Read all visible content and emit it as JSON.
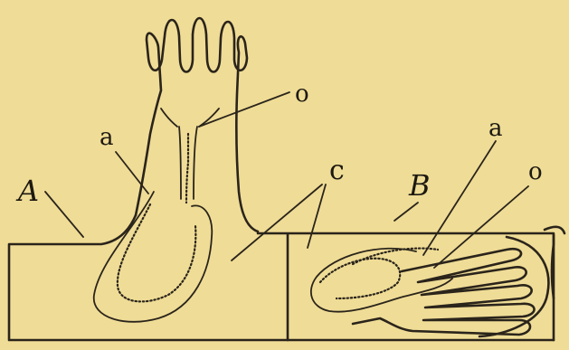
{
  "labels": {
    "A": "A",
    "B": "B",
    "a_left": "a",
    "a_right": "a",
    "o_top": "o",
    "o_right": "o",
    "c": "c"
  }
}
